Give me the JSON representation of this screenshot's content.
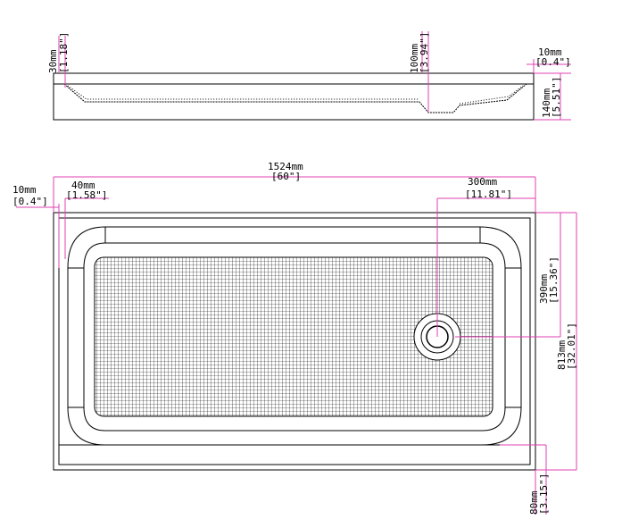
{
  "side_view": {
    "labels": {
      "left_thickness_mm": "30mm",
      "left_thickness_in": "[1.18\"]",
      "drain_depth_mm": "100mm",
      "drain_depth_in": "[3.94\"]",
      "rim_mm": "10mm",
      "rim_in": "[0.4\"]",
      "height_mm": "140mm",
      "height_in": "[5.51\"]"
    }
  },
  "top_view": {
    "labels": {
      "length_mm": "1524mm",
      "length_in": "[60\"]",
      "left_edge_mm": "10mm",
      "left_edge_in": "[0.4\"]",
      "wall_mm": "40mm",
      "wall_in": "[1.58\"]",
      "drain_offset_x_mm": "300mm",
      "drain_offset_x_in": "[11.81\"]",
      "drain_offset_y_mm": "390mm",
      "drain_offset_y_in": "[15.36\"]",
      "width_mm": "813mm",
      "width_in": "[32.01\"]",
      "flange_mm": "80mm",
      "flange_in": "[3.15\"]"
    }
  }
}
